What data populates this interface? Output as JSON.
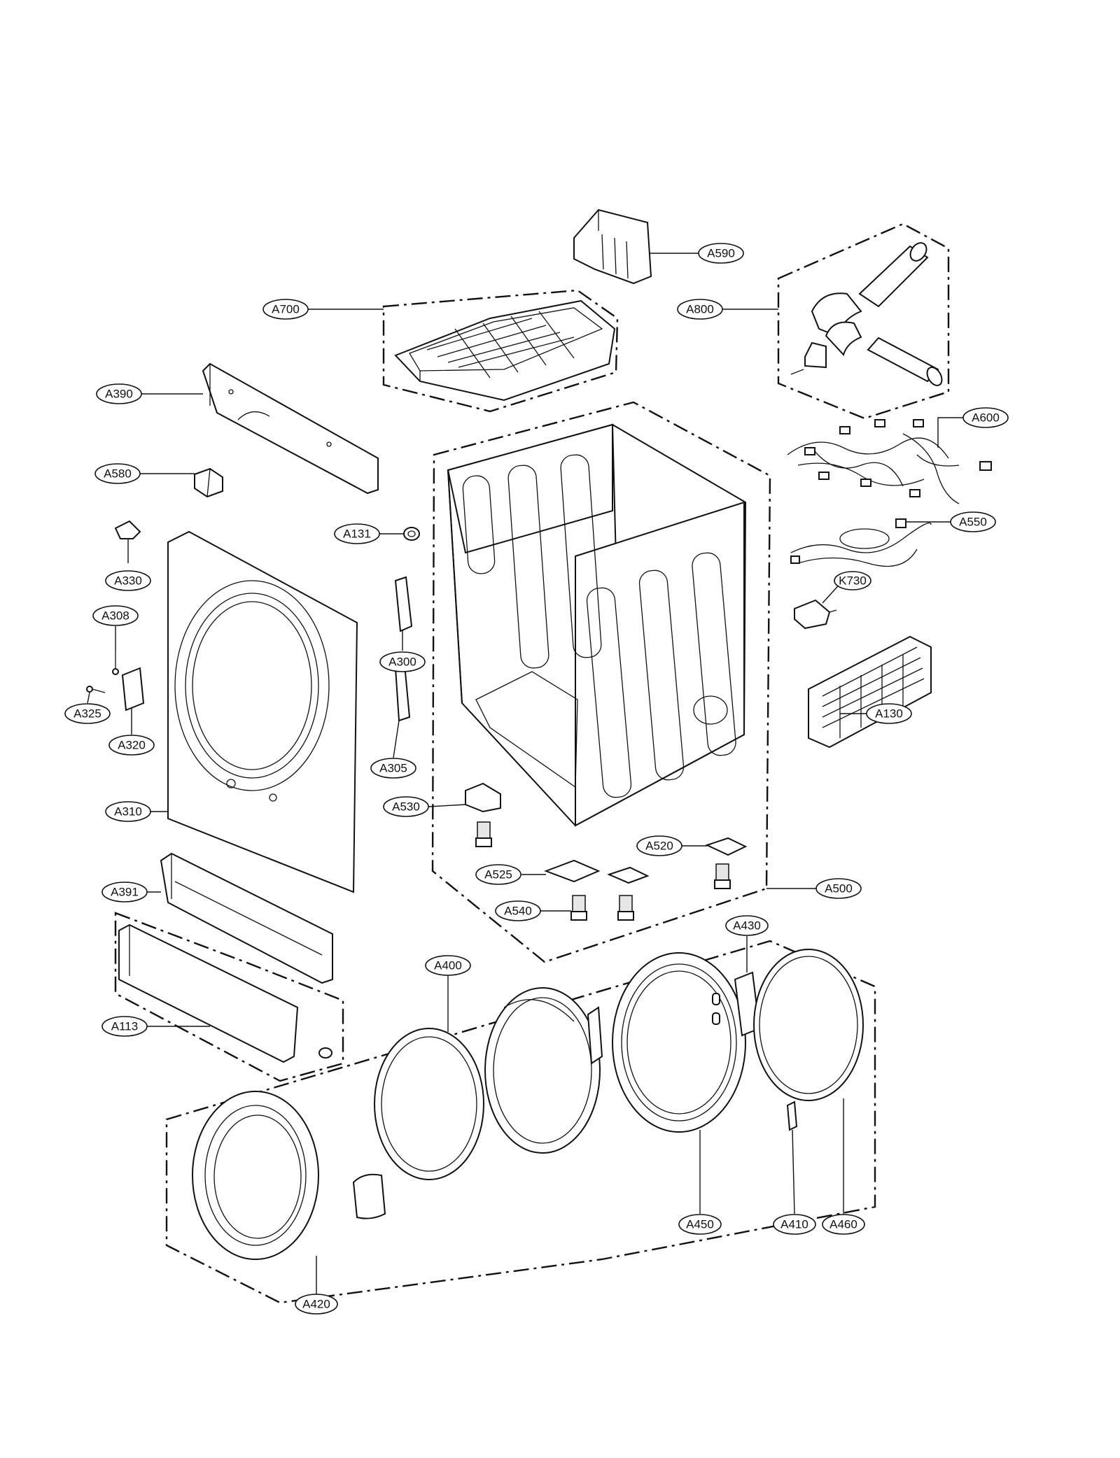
{
  "labels": {
    "A590": "A590",
    "A700": "A700",
    "A800": "A800",
    "A390": "A390",
    "A600": "A600",
    "A580": "A580",
    "A131": "A131",
    "A550": "A550",
    "A330": "A330",
    "K730": "K730",
    "A308": "A308",
    "A300": "A300",
    "A325": "A325",
    "A130": "A130",
    "A320": "A320",
    "A305": "A305",
    "A310": "A310",
    "A530": "A530",
    "A520": "A520",
    "A525": "A525",
    "A391": "A391",
    "A500": "A500",
    "A540": "A540",
    "A430": "A430",
    "A400": "A400",
    "A113": "A113",
    "A450": "A450",
    "A410": "A410",
    "A460": "A460",
    "A420": "A420"
  }
}
